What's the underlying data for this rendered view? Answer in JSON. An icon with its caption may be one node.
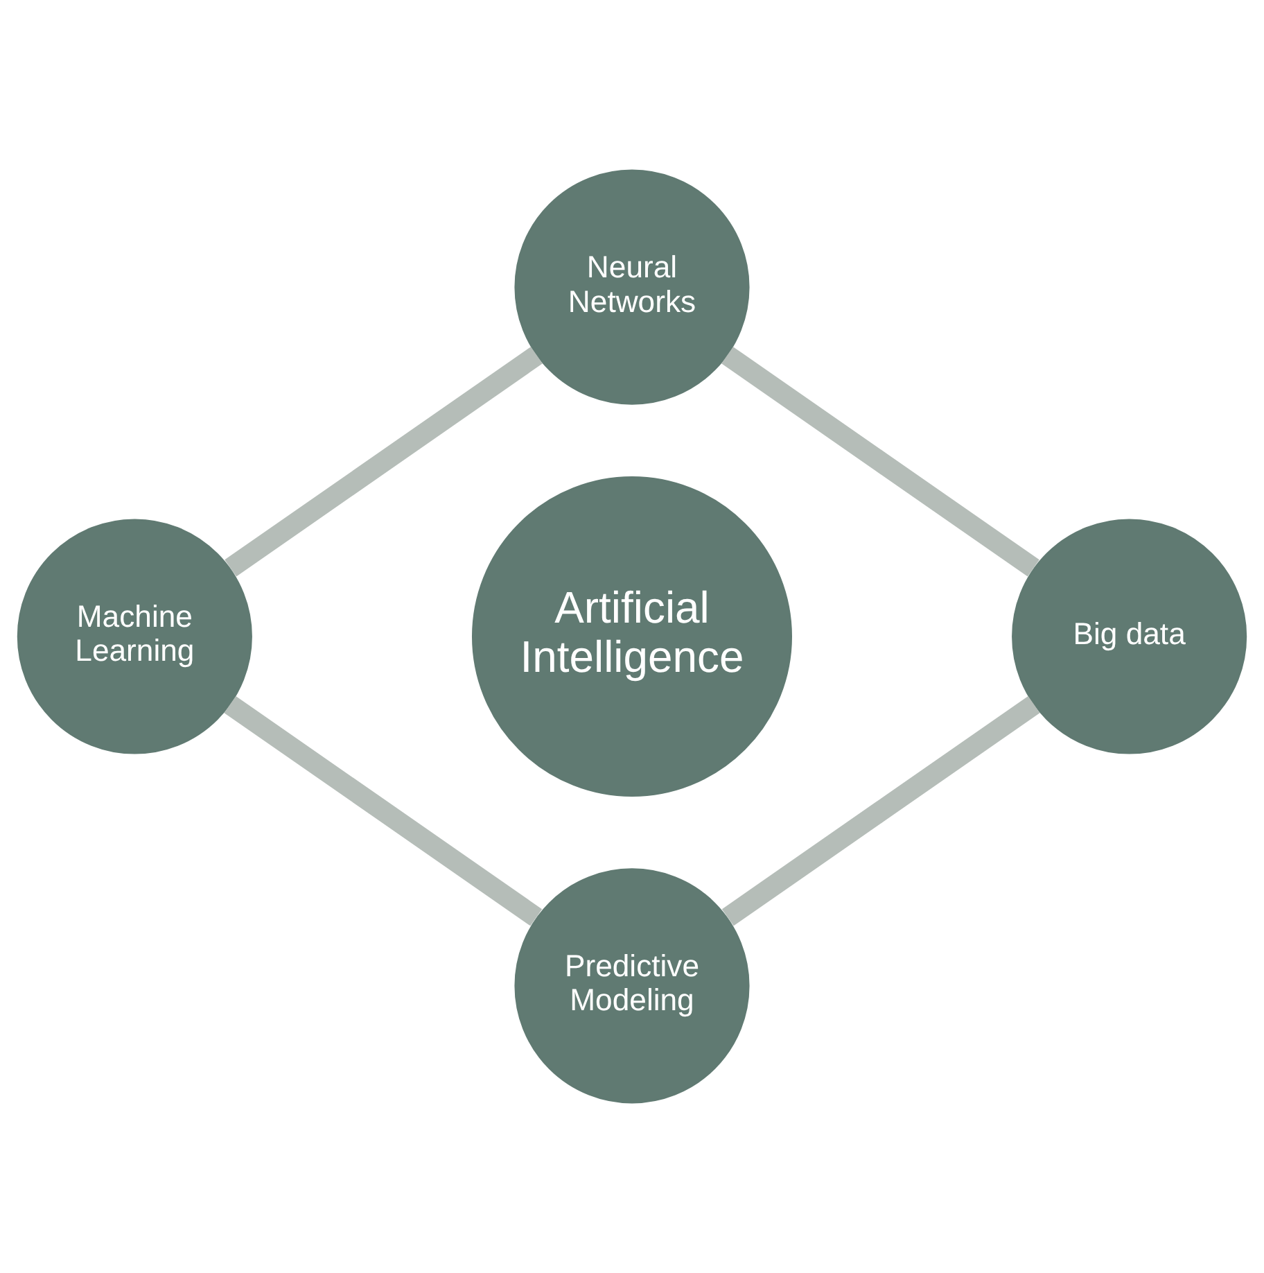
{
  "diagram": {
    "nodes": [
      {
        "text": [
          "Artificial Intelligence"
        ]
      },
      {
        "text": [
          "Neural Networks"
        ]
      },
      {
        "text": [
          "Big data"
        ]
      },
      {
        "text": [
          "Predictive Modeling"
        ]
      },
      {
        "text": [
          "Machine Learning"
        ]
      }
    ],
    "edges": [
      {
        "from": 1,
        "to": 2,
        "arrow": "none"
      },
      {
        "from": 2,
        "to": 3,
        "arrow": "none"
      },
      {
        "from": 4,
        "to": 3,
        "arrow": "none"
      },
      {
        "from": 1,
        "to": 4,
        "arrow": "none"
      }
    ]
  }
}
